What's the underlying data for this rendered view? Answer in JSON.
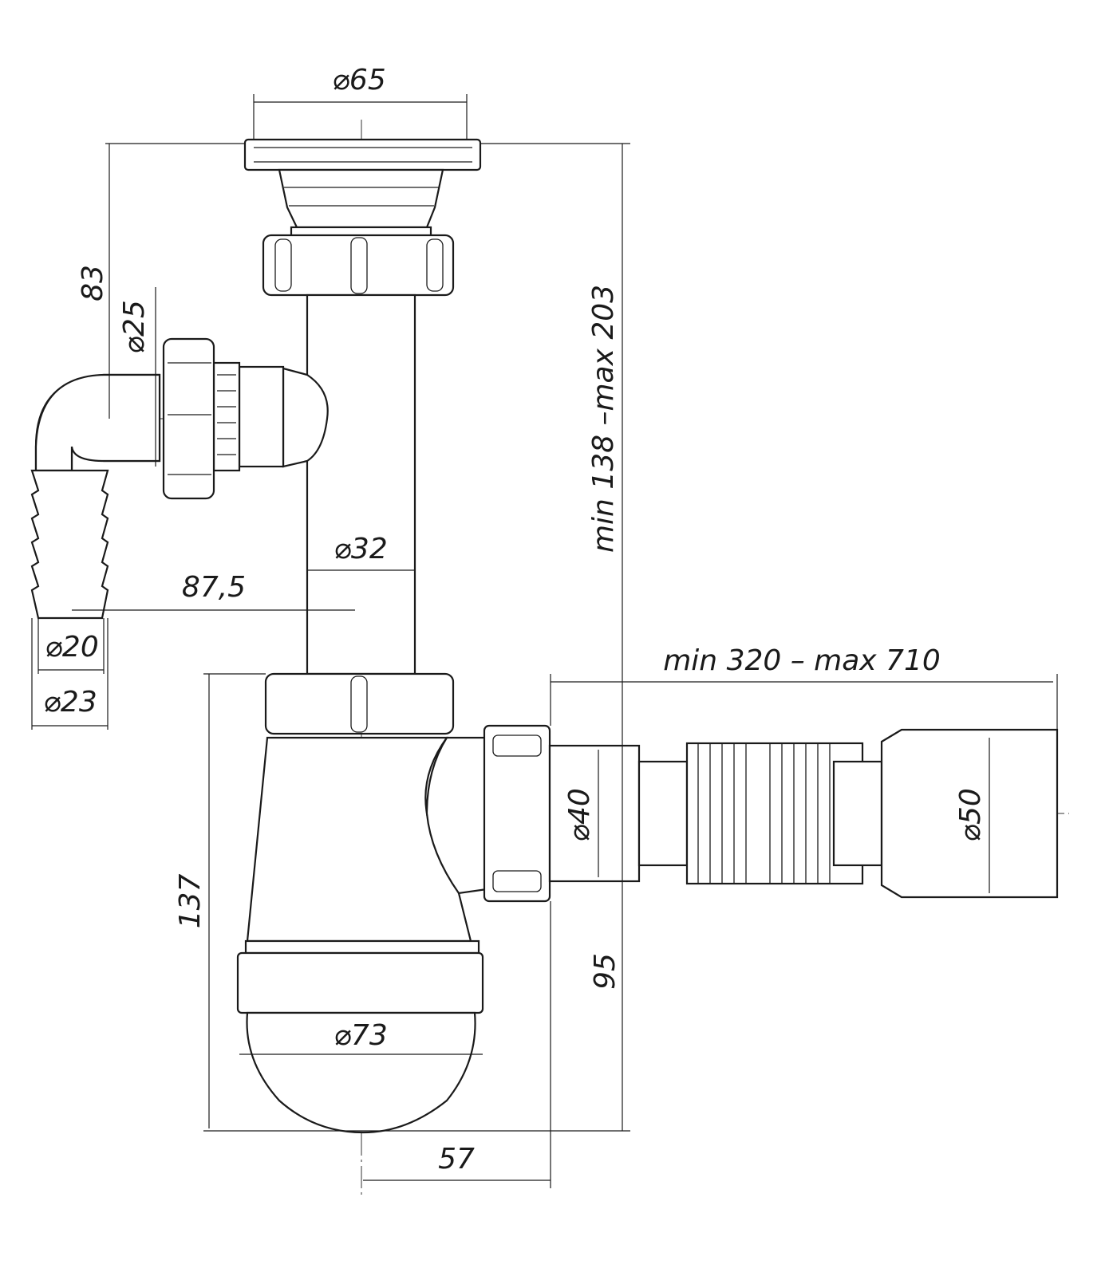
{
  "drawing": {
    "dimensions": {
      "flange_diameter": "⌀65",
      "branch_height": "83",
      "branch_diameter": "⌀25",
      "total_height": "min 138 –max 203",
      "pipe_diameter": "⌀32",
      "branch_offset": "87,5",
      "hose_inner_diameter": "⌀20",
      "hose_outer_diameter": "⌀23",
      "outlet_length": "min 320 – max 710",
      "outlet_diameter": "⌀40",
      "end_diameter": "⌀50",
      "bottle_height": "137",
      "outlet_height": "95",
      "bottle_diameter": "⌀73",
      "outlet_offset": "57"
    }
  }
}
